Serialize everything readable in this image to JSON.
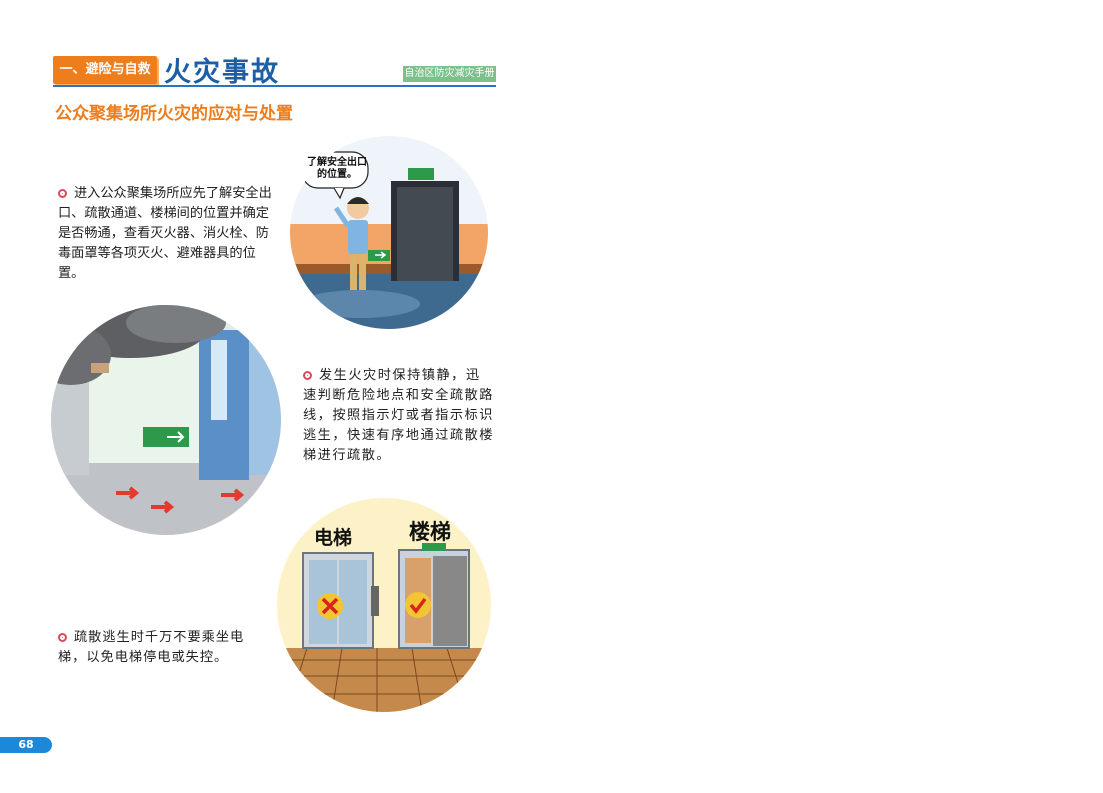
{
  "header": {
    "section_badge": "一、避险与自救",
    "main_title": "火灾事故",
    "manual_tag": "自治区防灾减灾手册"
  },
  "subtitle": "公众聚集场所火灾的应对与处置",
  "paragraphs": [
    "进入公众聚集场所应先了解安全出口、疏散通道、楼梯间的位置并确定是否畅通，查看灭火器、消火栓、防毒面罩等各项灭火、避难器具的位置。",
    "发生火灾时保持镇静，迅速判断危险地点和安全疏散路线，按照指示灯或者指示标识逃生，快速有序地通过疏散楼梯进行疏散。",
    "疏散逃生时千万不要乘坐电梯，以免电梯停电或失控。"
  ],
  "illustrations": {
    "speech_bubble": "了解安全出口的位置。",
    "elevator_label": "电梯",
    "stairs_label": "楼梯"
  },
  "page_number": "68",
  "colors": {
    "accent_orange": "#ee7d1c",
    "title_blue": "#1a5fa8",
    "tag_green": "#7cc08a",
    "bullet_red": "#e0475c",
    "page_blue": "#1e88d8"
  }
}
